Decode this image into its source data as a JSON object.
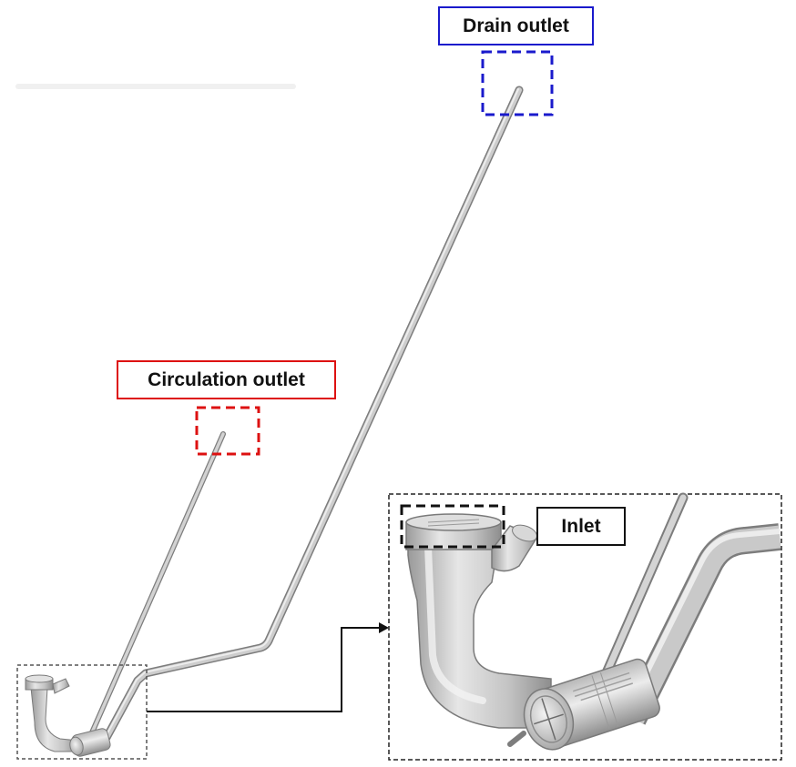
{
  "labels": {
    "drain_outlet": "Drain outlet",
    "circulation_outlet": "Circulation outlet",
    "inlet": "Inlet"
  },
  "colors": {
    "drain_marker": "#1a1acc",
    "circulation_marker": "#dd1111",
    "inlet_marker": "#111111",
    "detail_frame": "#222222",
    "pipe_fill": "#c8c8c8",
    "pipe_edge": "#8a8a8a"
  }
}
